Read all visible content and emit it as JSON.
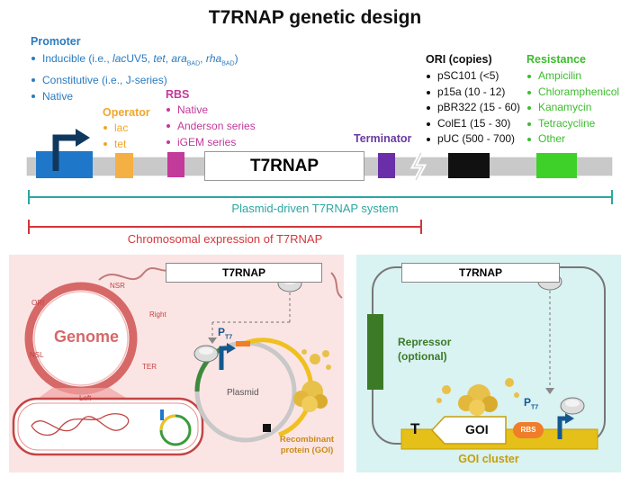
{
  "title": "T7RNAP genetic design",
  "promoter": {
    "heading": "Promoter",
    "items": [
      {
        "pre": "Inducible (i.e., ",
        "i1": "lac",
        "t1": "UV5, ",
        "i2": "tet",
        "t2": ", ",
        "i3": "ara",
        "s3": "BAD",
        "t3": ", ",
        "i4": "rha",
        "s4": "BAD",
        "t4": ")"
      },
      "Constitutive (i.e., J-series)",
      "Native"
    ]
  },
  "operator": {
    "heading": "Operator",
    "items": [
      "lac",
      "tet"
    ]
  },
  "rbs": {
    "heading": "RBS",
    "items": [
      "Native",
      "Anderson series",
      "iGEM series"
    ]
  },
  "terminator": {
    "heading": "Terminator"
  },
  "ori": {
    "heading": "ORI (copies)",
    "items": [
      "pSC101 (<5)",
      "p15a (10 - 12)",
      "pBR322 (15 - 60)",
      "ColE1 (15 - 30)",
      "pUC (500 - 700)"
    ]
  },
  "resistance": {
    "heading": "Resistance",
    "items": [
      "Ampicilin",
      "Chloramphenicol",
      "Kanamycin",
      "Tetracycline",
      "Other"
    ]
  },
  "construct": {
    "gene_label": "T7RNAP"
  },
  "ranges": {
    "plasmid": "Plasmid-driven T7RNAP system",
    "chromosomal": "Chromosomal expression of T7RNAP"
  },
  "left_panel": {
    "gene_label": "T7RNAP",
    "genome": "Genome",
    "loci": {
      "ori": "ORI",
      "nsr": "NSR",
      "right": "Right",
      "nsl": "NSL",
      "ter": "TER",
      "left": "Left"
    },
    "promoter": "P",
    "promoter_sub": "T7",
    "plasmid": "Plasmid",
    "protein": "Recombinant protein (GOI)"
  },
  "right_panel": {
    "gene_label": "T7RNAP",
    "repressor": "Repressor (optional)",
    "terminator_symbol": "T",
    "goi": "GOI",
    "rbs": "RBS",
    "promoter": "P",
    "promoter_sub": "T7",
    "cluster": "GOI cluster"
  },
  "colors": {
    "promoter": "#1f77c9",
    "operator": "#f5b043",
    "rbs": "#c23a9a",
    "terminator": "#6a2fa8",
    "ori": "#111111",
    "resistance": "#3dd12a",
    "plasmid_range": "#2aa8a0",
    "chromosomal_range": "#d2363a",
    "panel_left": "#fbe5e4",
    "panel_right": "#d9f2f2"
  }
}
